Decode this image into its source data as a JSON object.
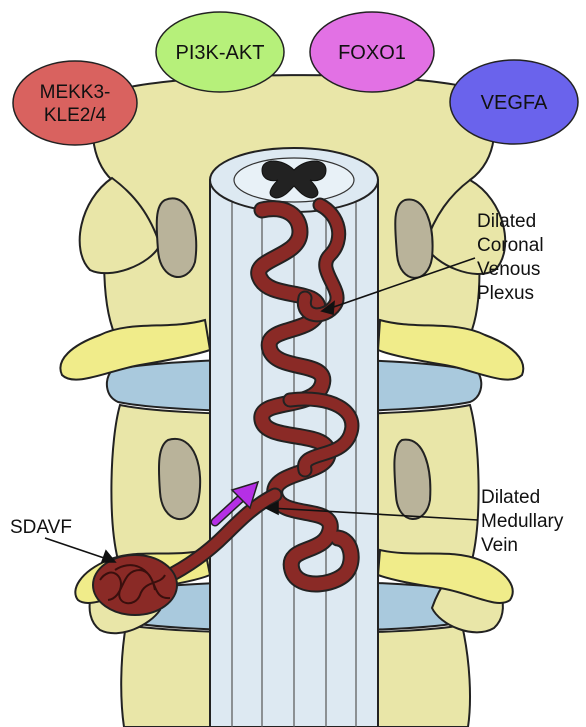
{
  "pathways": [
    {
      "id": "mekk3",
      "label_line1": "MEKK3-",
      "label_line2": "KLE2/4",
      "color": "#d9625f"
    },
    {
      "id": "pi3k",
      "label": "PI3K-AKT",
      "color": "#b6f07a"
    },
    {
      "id": "foxo1",
      "label": "FOXO1",
      "color": "#e271e4"
    },
    {
      "id": "vegfa",
      "label": "VEGFA",
      "color": "#6a63ec"
    }
  ],
  "annotations": {
    "coronal": [
      "Dilated",
      "Coronal",
      "Venous",
      "Plexus"
    ],
    "medullary": [
      "Dilated",
      "Medullary",
      "Vein"
    ],
    "sdavf": "SDAVF"
  },
  "colors": {
    "bone": "#e9e6a8",
    "bone_dark": "#d6d28c",
    "marrow": "#b9b39a",
    "disc": "#a9c9dd",
    "nerve": "#f0ec8a",
    "cord": "#dde9f2",
    "vessel": "#8a2a26",
    "arrow": "#b52fe6"
  }
}
